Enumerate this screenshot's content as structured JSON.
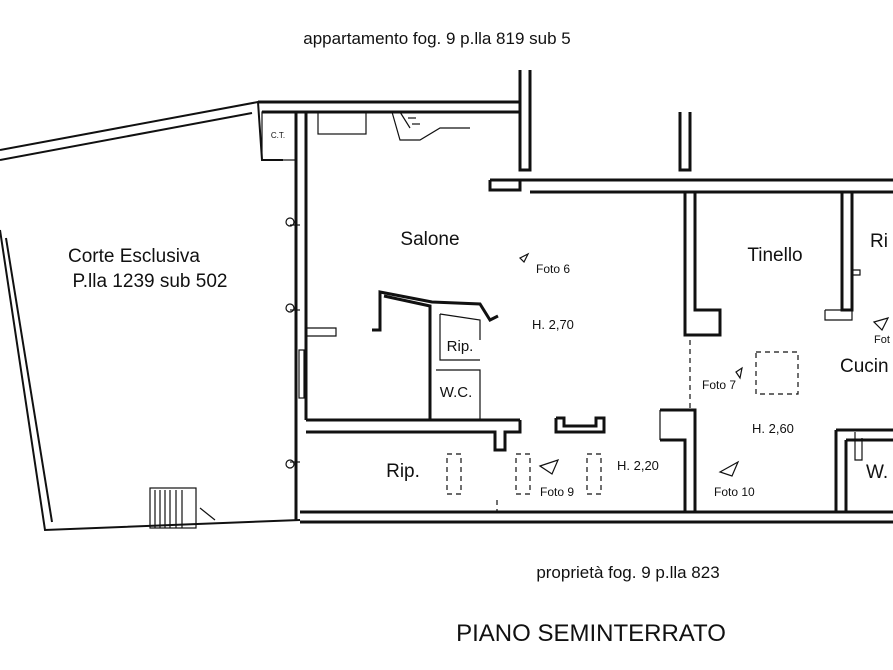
{
  "neighbor_top": "appartamento fog. 9 p.lla 819 sub 5",
  "neighbor_bottom": "proprietà fog. 9 p.lla 823",
  "floor_title": "PIANO SEMINTERRATO",
  "rooms": {
    "courtyard_line1": "Corte Esclusiva",
    "courtyard_line2": "P.lla 1239 sub 502",
    "ct": "C.T.",
    "salone": "Salone",
    "rip_small": "Rip.",
    "wc": "W.C.",
    "rip_bottom": "Rip.",
    "tinello": "Tinello",
    "rip_right": "Ri",
    "cucina": "Cucin",
    "wc_right": "W."
  },
  "heights": {
    "salone": "H. 2,70",
    "rip": "H. 2,20",
    "cucina": "H. 2,60"
  },
  "photos": {
    "foto6": "Foto 6",
    "foto7": "Foto 7",
    "foto9": "Foto 9",
    "foto10": "Foto 10",
    "foto_right": "Fot"
  }
}
